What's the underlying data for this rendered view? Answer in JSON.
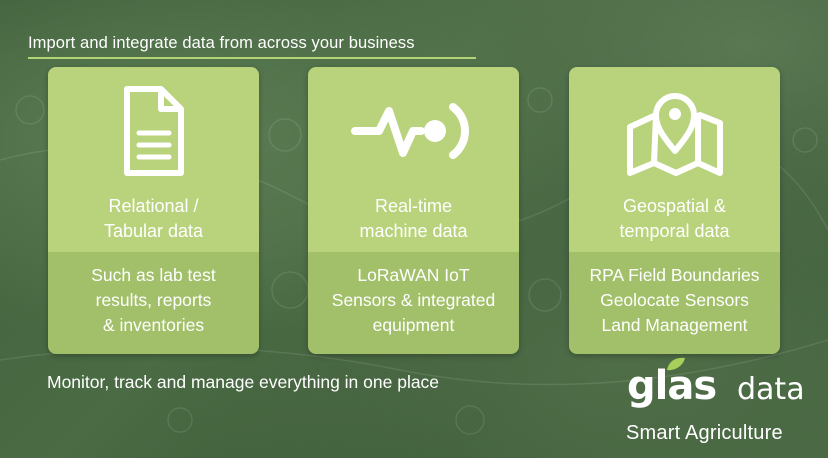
{
  "header": {
    "headline": "Import and integrate data from across your business"
  },
  "cards": [
    {
      "icon": "document-icon",
      "title_lines": [
        "Relational /",
        "Tabular data"
      ],
      "desc_lines": [
        "Such as lab test",
        "results, reports",
        "& inventories"
      ]
    },
    {
      "icon": "signal-pulse-icon",
      "title_lines": [
        "Real-time",
        "machine data"
      ],
      "desc_lines": [
        "LoRaWAN IoT",
        "Sensors & integrated",
        "equipment"
      ]
    },
    {
      "icon": "map-pin-icon",
      "title_lines": [
        "Geospatial &",
        "temporal data"
      ],
      "desc_lines": [
        "RPA Field Boundaries",
        "Geolocate Sensors",
        "Land Management"
      ]
    }
  ],
  "footer": {
    "text": "Monitor, track and manage everything in one place"
  },
  "brand": {
    "logo_part1": "glas",
    "logo_part2": "data",
    "tagline": "Smart Agriculture"
  },
  "colors": {
    "accent_green": "#b6d277",
    "card_top": "#b9d37c",
    "card_bottom": "#a2c06a"
  }
}
